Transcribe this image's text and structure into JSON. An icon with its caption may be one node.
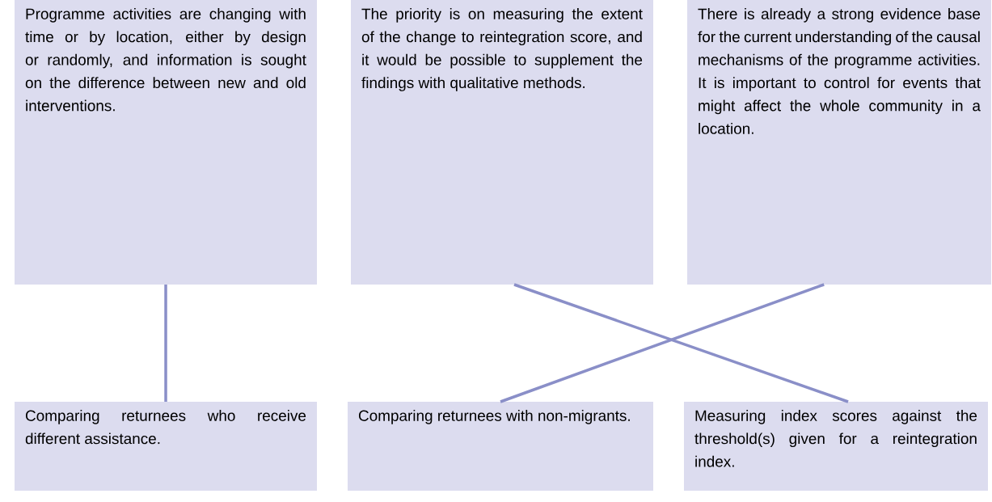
{
  "diagram": {
    "nodes": [
      {
        "text": [
          "Programme activities are changing with time or by location, either by design or randomly, and information is sought on the difference between new and old interventions."
        ]
      },
      {
        "text": [
          "The priority is on measuring the extent of the change to reintegration score, and it would be possible to supplement the findings with qualitative methods."
        ]
      },
      {
        "text": [
          "There is already a strong evidence base for the current understanding of the causal mechanisms of the programme activities. It is important to control for events that might affect the whole community in a location."
        ]
      },
      {
        "text": [
          "Comparing returnees who receive different assistance."
        ]
      },
      {
        "text": [
          "Comparing returnees with non-migrants."
        ]
      },
      {
        "text": [
          "Measuring index scores against the threshold(s) given for a reintegration index."
        ]
      }
    ],
    "edges": [
      {
        "from": 0,
        "to": 3,
        "arrow": "none"
      },
      {
        "from": 1,
        "to": 5,
        "arrow": "none"
      },
      {
        "from": 2,
        "to": 4,
        "arrow": "none"
      }
    ]
  }
}
